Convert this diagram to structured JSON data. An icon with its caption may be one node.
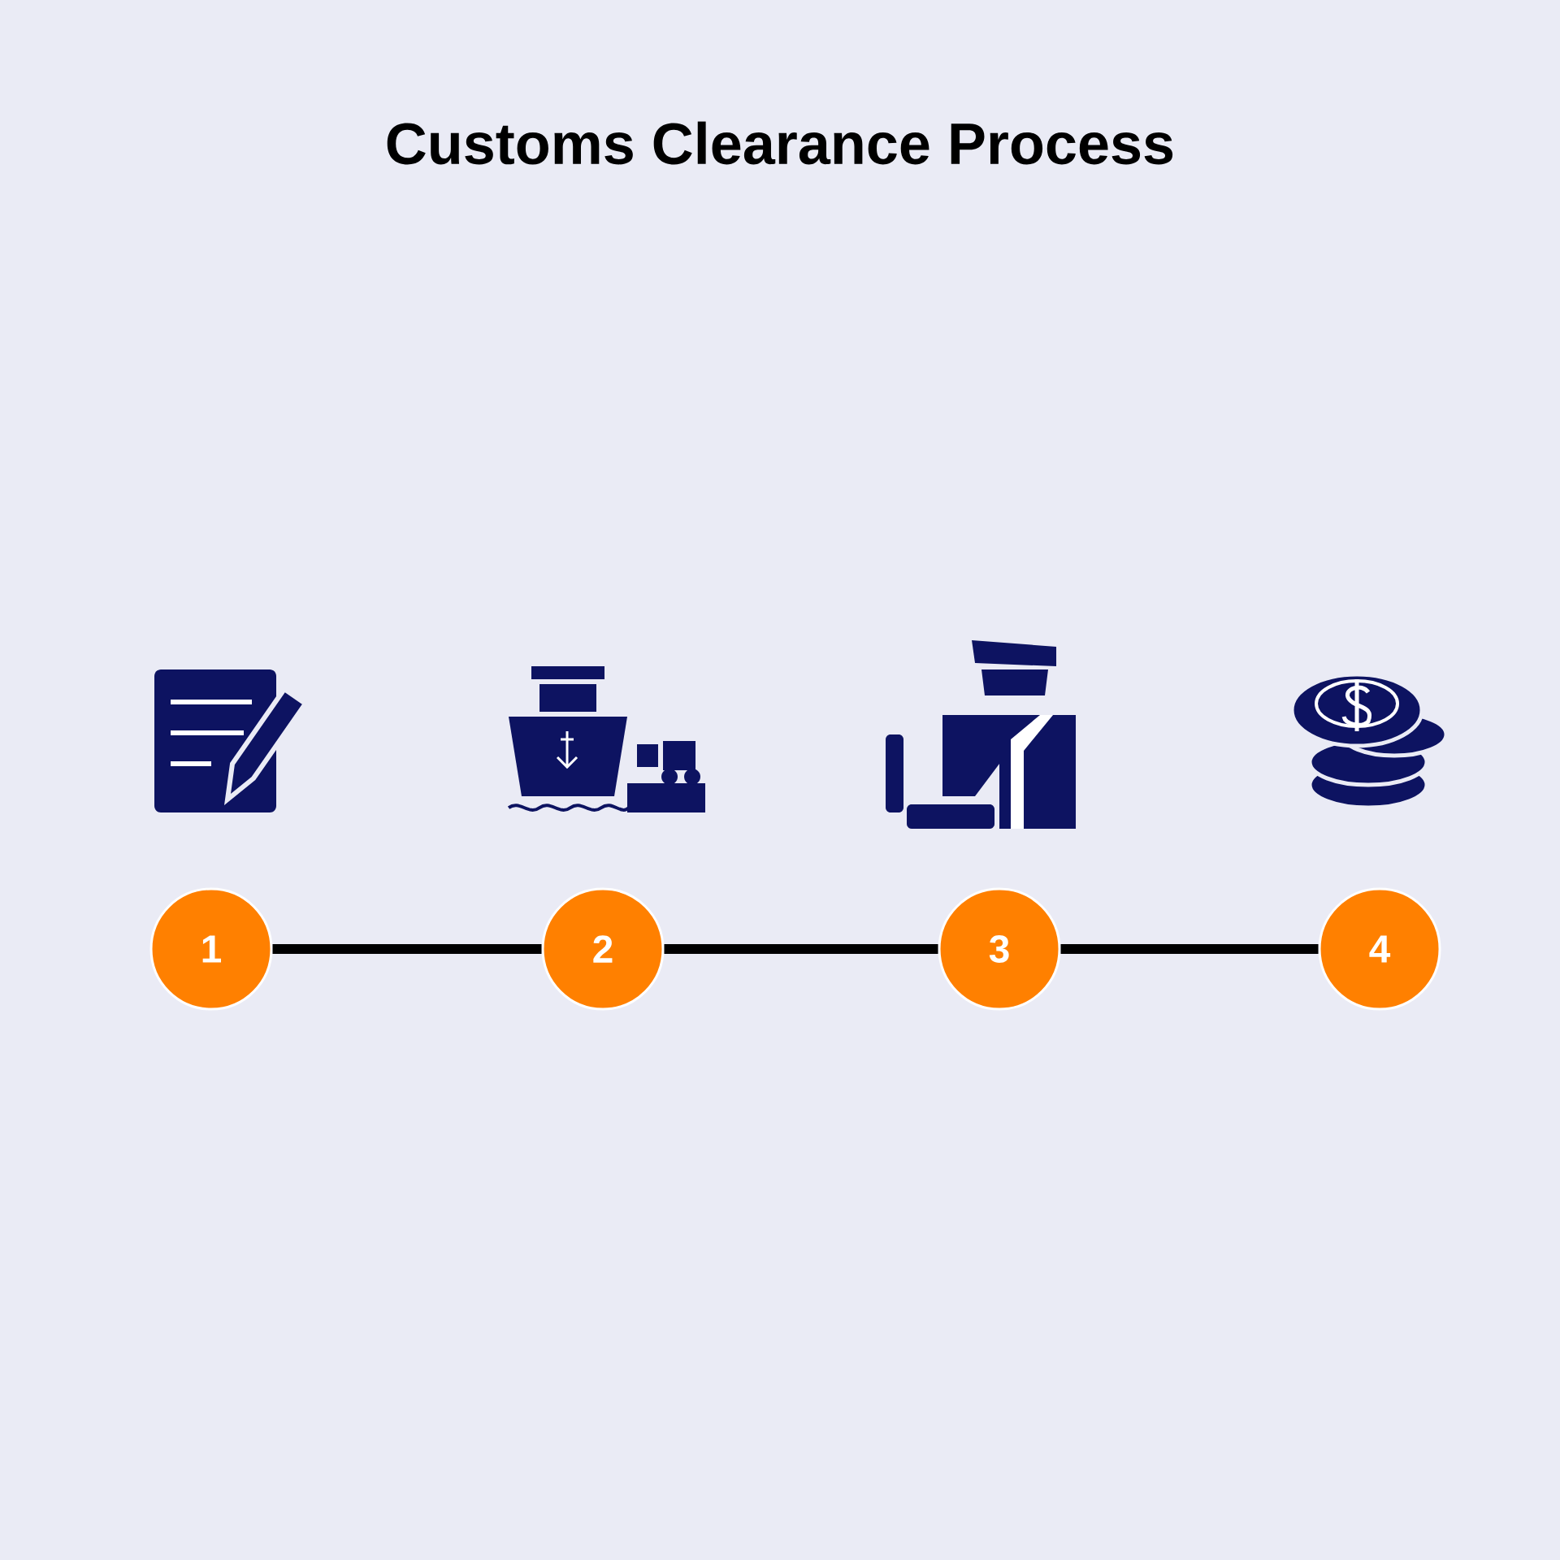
{
  "diagram": {
    "title": "Customs Clearance Process",
    "nodes": [
      {
        "text": [
          "1"
        ]
      },
      {
        "text": [
          "2"
        ]
      },
      {
        "text": [
          "3"
        ]
      },
      {
        "text": [
          "4"
        ]
      }
    ],
    "edges": [
      {
        "from": 0,
        "to": 1,
        "arrow": "none"
      },
      {
        "from": 1,
        "to": 2,
        "arrow": "none"
      },
      {
        "from": 2,
        "to": 3,
        "arrow": "none"
      }
    ]
  }
}
